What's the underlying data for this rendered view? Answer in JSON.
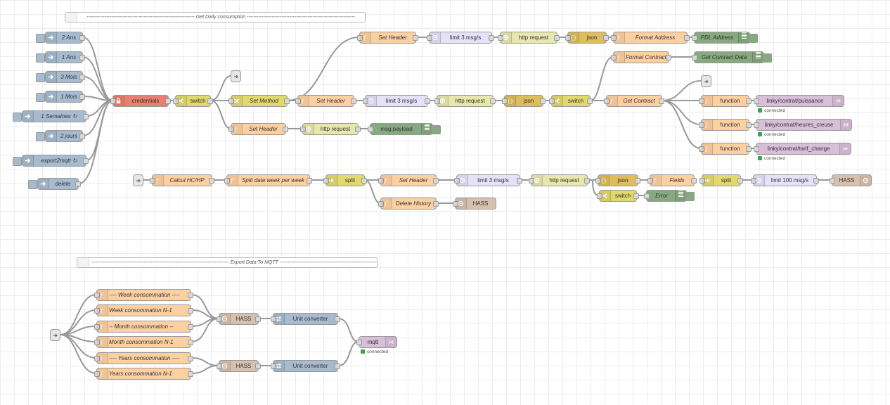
{
  "colors": {
    "inject": "#a6bbcf",
    "function": "#fdd0a2",
    "switch": "#e2d96e",
    "credentials": "#e9806f",
    "limit": "#e6e0f8",
    "http": "#e7e7ae",
    "json": "#debd5c",
    "debug": "#87a980",
    "mqtt": "#d8bfd8",
    "hass": "#d7c1ae",
    "unit": "#a6bbcf",
    "split": "#e2d96e"
  },
  "comments": {
    "daily": "------------------------------------------------------------------ Get Daily consumption ------------------------------------------------------------------",
    "mqtt": "------------------------------------------------------------------------------------ Export Data To MQTT ------------------------------------------------------------------------------------"
  },
  "inject": {
    "i2ans": "2 Ans",
    "i1an": "1 Ans",
    "i3mois": "3 Mois",
    "i1mois": "1 Mois",
    "i1sem": "1 Semaines ↻",
    "i2jours": "2 jours",
    "iexport": "export2mqtt ↻",
    "idelete": "delete"
  },
  "nodes": {
    "credentials": "credentials",
    "switch1": "switch",
    "setmethod": "Set Method",
    "setheader_top": "Set Header",
    "limit_top": "limit 3 msg/s",
    "http_top": "http request",
    "json_top": "json",
    "format_address": "Format Address",
    "pdl_address": "PDL Address",
    "format_contracts": "Format Contracts",
    "get_contract_data": "Get Contract Data",
    "setheader2": "Set Header",
    "limit2": "limit 3 msg/s",
    "http2": "http request",
    "json2": "json",
    "switch2": "switch",
    "get_contract": "Get Contract",
    "function1": "function",
    "function2": "function",
    "function3": "function",
    "mqtt_puissance": "linky/contrat/puissance",
    "mqtt_heures": "linky/contrat/heures_creuse",
    "mqtt_tarif": "linky/contrat/tarif_change",
    "connected": "connected",
    "setheader3": "Set Header",
    "http3": "http request",
    "msgpayload": "msg.payload",
    "calcul": "Calcul HC/HP",
    "splitdate": "Split date week per week",
    "split1": "split",
    "setheader4": "Set Header",
    "limit4": "limit 3 msg/s",
    "http4": "http request",
    "json4": "json",
    "fields": "Fields",
    "split2": "split",
    "limit100": "limit 100 msg/s",
    "hass1": "HASS",
    "switch4": "switch",
    "error": "Error",
    "delete_history": "Delete History",
    "hass2": "HASS",
    "week": "---- Week consommation ----",
    "week_n1": "Week consommation N-1",
    "month": "-- Month consommation --",
    "month_n1": "Month consommation N-1",
    "years": "---- Years consommation ----",
    "years_n1": "Years consommation N-1",
    "hass3": "HASS",
    "unit1": "Unit converter",
    "hass4": "HASS",
    "unit2": "Unit converter",
    "mqtt": "mqtt"
  }
}
